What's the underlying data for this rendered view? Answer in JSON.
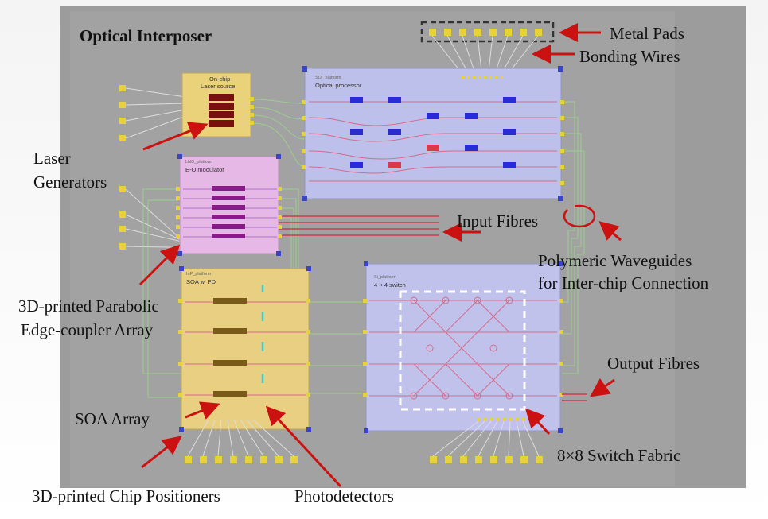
{
  "title": "Optical Interposer",
  "chips": {
    "laser": {
      "platform": "",
      "name": "On-chip\nLaser source",
      "line1": "On-chip",
      "line2": "Laser source"
    },
    "modulator": {
      "platform": "LNO_platform",
      "name": "E-O modulator"
    },
    "processor": {
      "platform": "SOI_platform",
      "name": "Optical processor"
    },
    "soa": {
      "platform": "InP_platform",
      "name": "SOA w. PD"
    },
    "switch": {
      "platform": "Si_platform",
      "name": "4 × 4 switch"
    }
  },
  "labels": {
    "metal_pads": "Metal Pads",
    "bonding_wires": "Bonding Wires",
    "laser_gen_1": "Laser",
    "laser_gen_2": "Generators",
    "input_fibres": "Input Fibres",
    "polymeric_1": "Polymeric Waveguides",
    "polymeric_2": "for Inter-chip Connection",
    "edge_coupler_1": "3D-printed Parabolic",
    "edge_coupler_2": "Edge-coupler Array",
    "output_fibres": "Output Fibres",
    "soa_array": "SOA Array",
    "switch_fabric": "8×8 Switch Fabric",
    "chip_positioners": "3D-printed Chip Positioners",
    "photodetectors": "Photodetectors"
  },
  "colors": {
    "interposer": "#9a9a9a",
    "laser_chip": "#e9d27a",
    "modulator_chip": "#e6b8e6",
    "processor_chip": "#bcc0ea",
    "soa_chip": "#e8cf82",
    "switch_chip": "#c0c2ec",
    "pad": "#e8d23a",
    "arrow": "#cc1111",
    "waveguide_red": "#d23a5a",
    "waveguide_green": "#9ad68a"
  }
}
